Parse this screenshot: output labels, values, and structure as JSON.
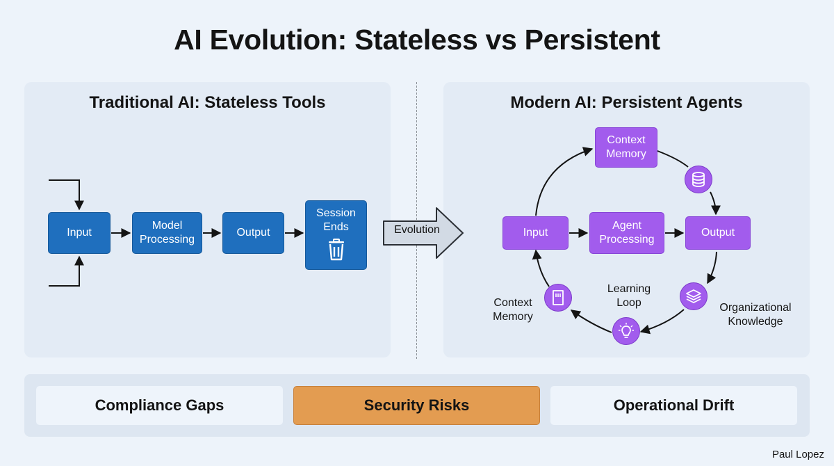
{
  "title": "AI Evolution: Stateless vs Persistent",
  "left": {
    "title": "Traditional AI: Stateless Tools",
    "input": "Input",
    "model_processing": "Model\nProcessing",
    "output": "Output",
    "session_ends": "Session\nEnds"
  },
  "evolution": "Evolution",
  "right": {
    "title": "Modern AI: Persistent Agents",
    "context_memory_top": "Context\nMemory",
    "input": "Input",
    "agent_processing": "Agent\nProcessing",
    "output": "Output",
    "learning_loop": "Learning\nLoop",
    "context_memory_side": "Context\nMemory",
    "organizational_knowledge": "Organizational\nKnowledge"
  },
  "risks": [
    "Compliance Gaps",
    "Security Risks",
    "Operational Drift"
  ],
  "author": "Paul Lopez",
  "colors": {
    "blue": "#1f6fbe",
    "purple": "#a25ced",
    "orange": "#e39c51",
    "panel": "#e3ebf5"
  }
}
